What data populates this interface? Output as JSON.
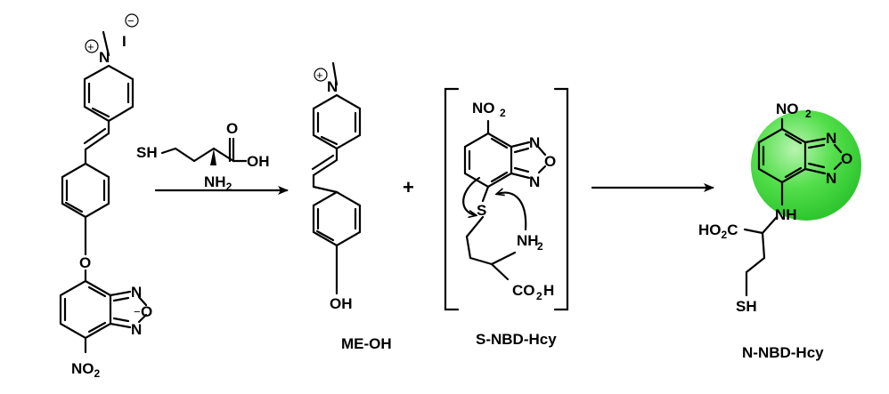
{
  "colors": {
    "highlight": "#3fd83f",
    "ink": "#000000"
  },
  "labels": {
    "me_oh": "ME-OH",
    "s_nbd_hcy": "S-NBD-Hcy",
    "n_nbd_hcy": "N-NBD-Hcy"
  },
  "atoms": {
    "n": "N",
    "o": "O",
    "i": "I",
    "s": "S",
    "sh": "SH",
    "oh": "OH",
    "nh": "NH",
    "nh2": "NH",
    "sub2": "2",
    "no2": "NO",
    "ho2c": "HO",
    "co2h": "CO",
    "c": "C",
    "h": "H",
    "plus_sign": "+",
    "minus_sign": "−"
  }
}
